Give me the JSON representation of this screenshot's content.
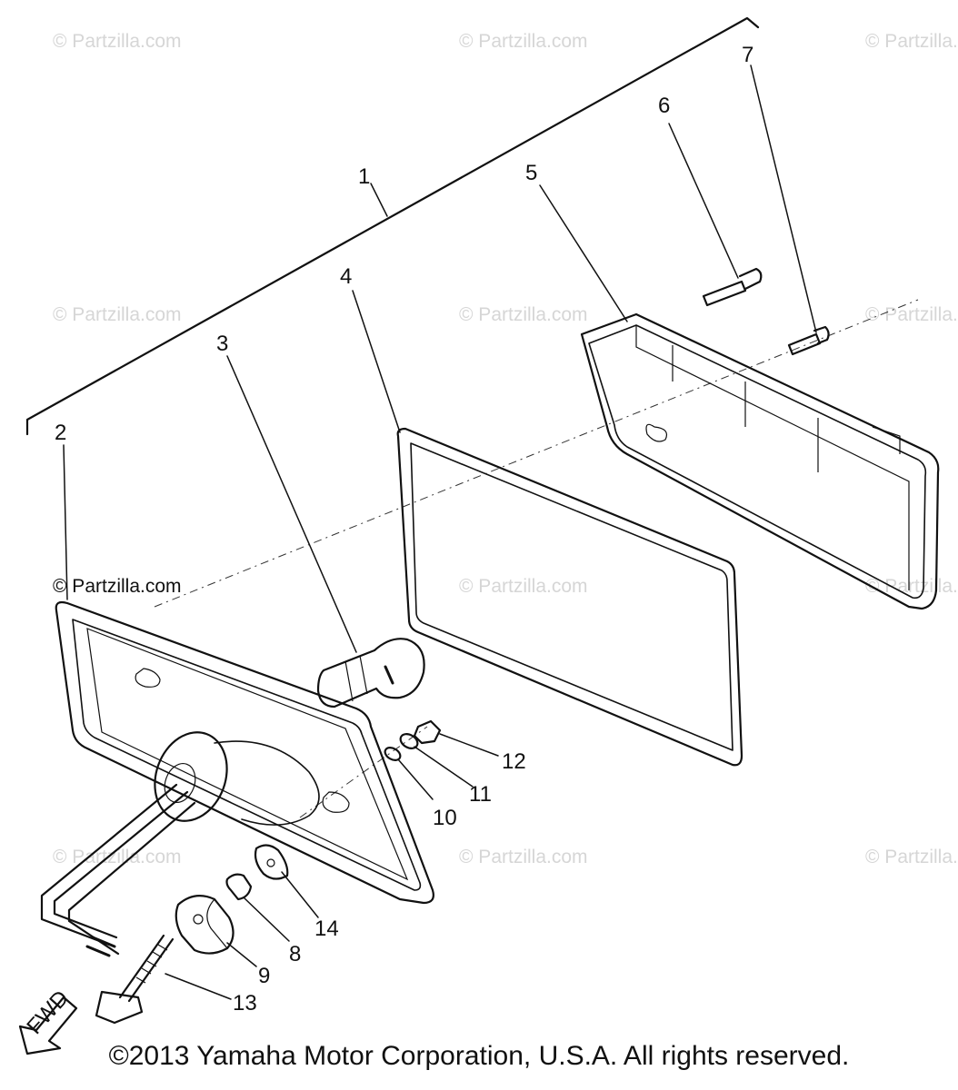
{
  "watermarks": [
    "© Partzilla.com",
    "© Partzilla.com",
    "© Partzilla.com",
    "© Partzilla.com",
    "© Partzilla.com",
    "© Partzilla.com",
    "© Partzilla.com",
    "© Partzilla.com",
    "© Partzilla.com",
    "© Partzilla.com",
    "© Partzilla.com",
    "© Partzilla.com"
  ],
  "callouts": {
    "p1": "1",
    "p2": "2",
    "p3": "3",
    "p4": "4",
    "p5": "5",
    "p6": "6",
    "p7": "7",
    "p8": "8",
    "p9": "9",
    "p10": "10",
    "p11": "11",
    "p12": "12",
    "p13": "13",
    "p14": "14"
  },
  "fwd_label": "FWD",
  "copyright": "©2013 Yamaha Motor Corporation, U.S.A. All rights reserved."
}
